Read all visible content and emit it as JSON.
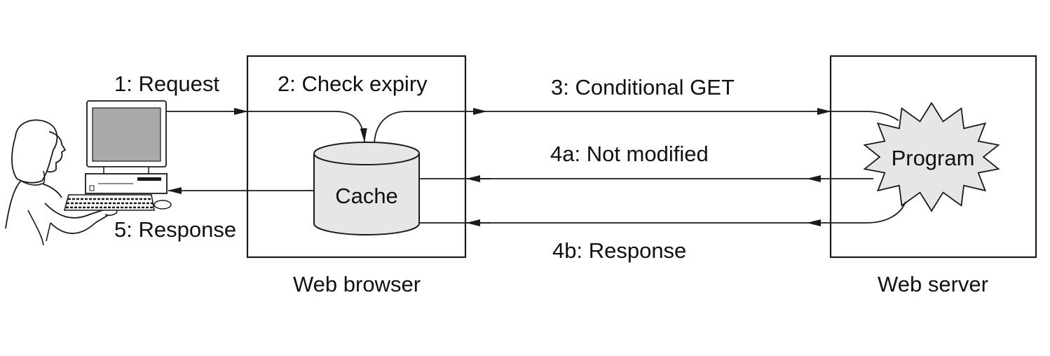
{
  "labels": {
    "request": "1: Request",
    "check_expiry": "2: Check expiry",
    "conditional_get": "3: Conditional GET",
    "not_modified": "4a: Not modified",
    "response_4b": "4b: Response",
    "response_5": "5: Response"
  },
  "nodes": {
    "cache": "Cache",
    "program": "Program",
    "web_browser": "Web browser",
    "web_server": "Web server"
  },
  "colors": {
    "stroke": "#1a1a1a",
    "fill_light": "#e6e6e6",
    "screen": "#a9a9a9"
  },
  "icons": {
    "user": "person-icon",
    "computer": "computer-icon"
  }
}
